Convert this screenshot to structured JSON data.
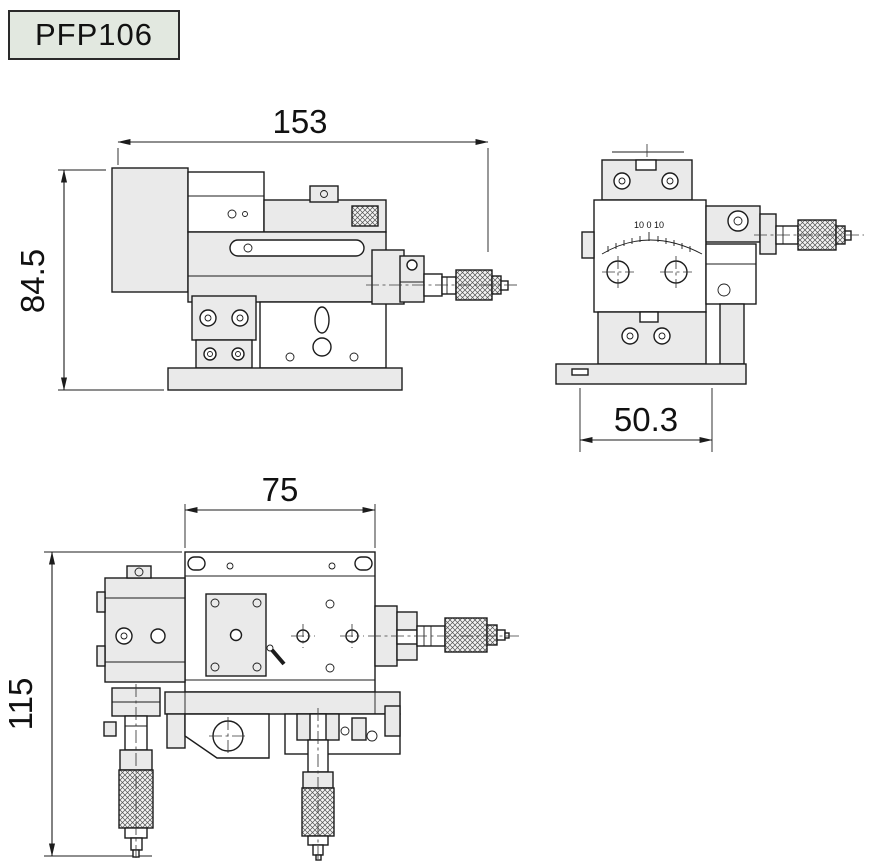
{
  "label": {
    "text": "PFP106"
  },
  "views": {
    "front": {
      "title": "front-view",
      "dims": {
        "width": "153",
        "height": "84.5"
      }
    },
    "side": {
      "title": "side-view",
      "dims": {
        "width": "50.3"
      },
      "goniometer_scale": "10 0 10"
    },
    "top": {
      "title": "top-view",
      "dims": {
        "width": "75",
        "height": "115"
      }
    }
  },
  "colors": {
    "line": "#1c1c1c",
    "fill_light": "#eaeaea",
    "label_bg": "#e2e8e0",
    "background": "#ffffff"
  }
}
